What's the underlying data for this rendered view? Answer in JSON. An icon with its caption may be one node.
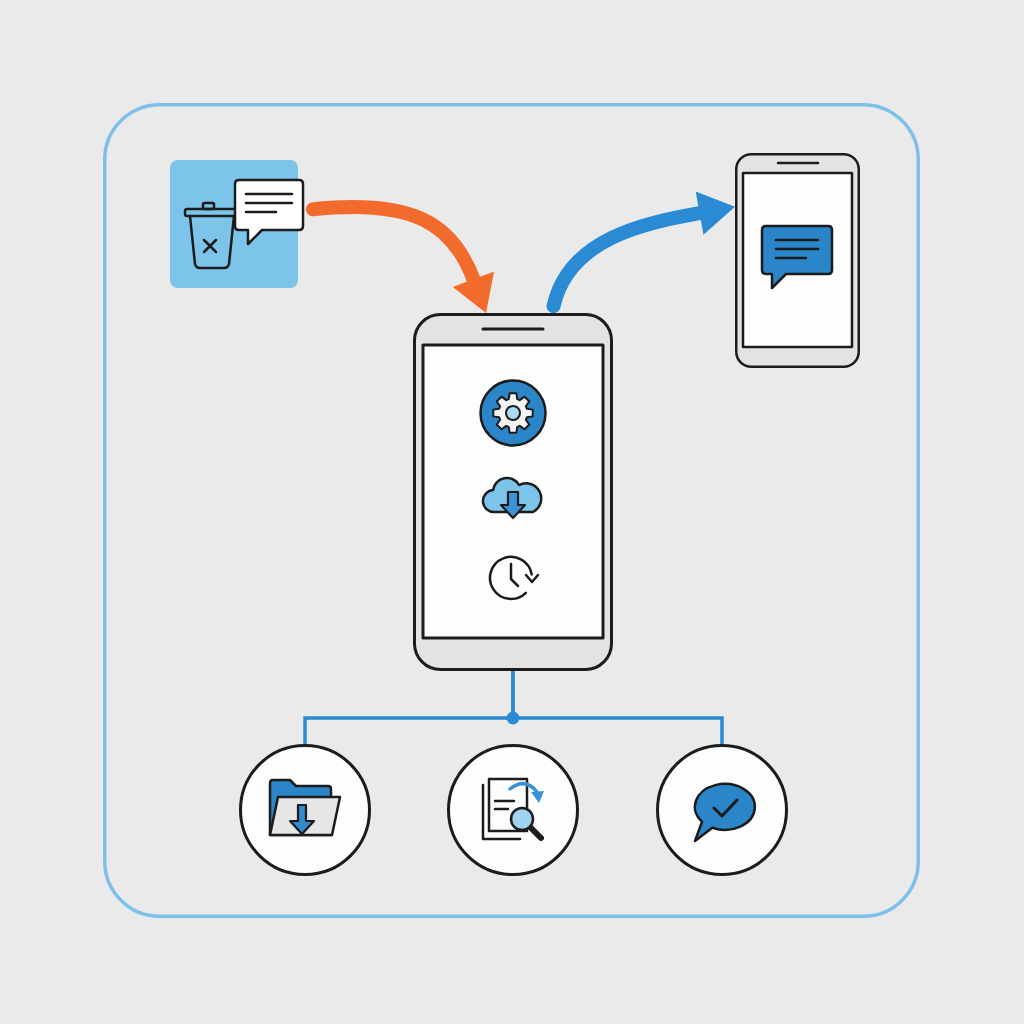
{
  "diagram": {
    "nodes": [
      {
        "text": [],
        "shape": "box"
      },
      {
        "text": [],
        "shape": "picture",
        "in": 0
      },
      {
        "text": [],
        "shape": "picture",
        "in": 0
      },
      {
        "text": [],
        "shape": "picture",
        "in": 0
      },
      {
        "text": [],
        "shape": "circle",
        "in": 0
      },
      {
        "text": [],
        "shape": "circle",
        "in": 0
      },
      {
        "text": [],
        "shape": "circle",
        "in": 0
      }
    ],
    "edges": [
      {
        "from": 1,
        "to": 2,
        "arrow": "to",
        "style": "thick",
        "color": "#f26b2d"
      },
      {
        "from": 2,
        "to": 3,
        "arrow": "to",
        "style": "thick"
      },
      {
        "from": 2,
        "to": 4,
        "arrow": "none"
      },
      {
        "from": 2,
        "to": 6,
        "arrow": "none"
      }
    ]
  }
}
